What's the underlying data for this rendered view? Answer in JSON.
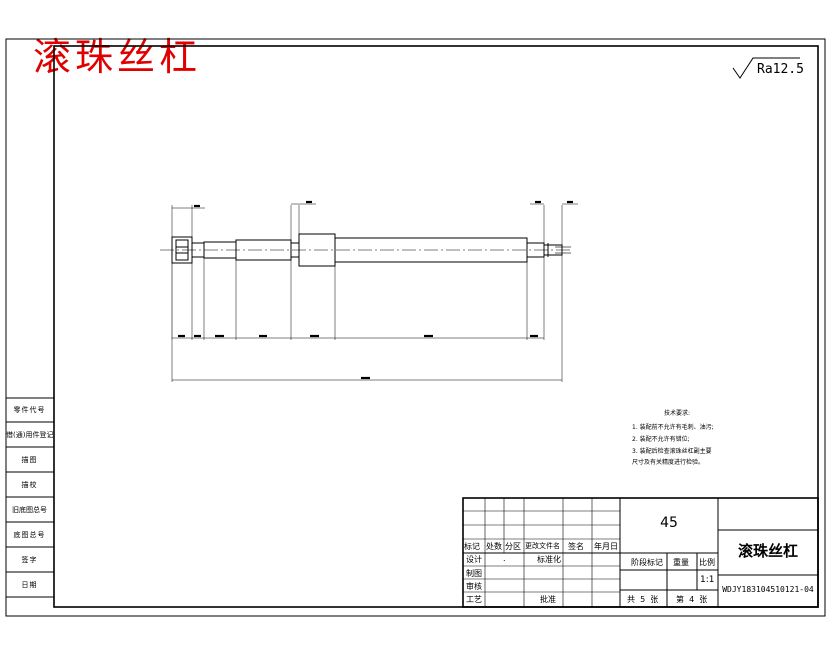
{
  "drawing_title": "滚珠丝杠",
  "roughness": "Ra12.5",
  "side_labels": [
    "零件代号",
    "借(通)用件登记",
    "描图",
    "描校",
    "旧底图总号",
    "底图总号",
    "签字",
    "日期"
  ],
  "tech_notes": {
    "heading": "技术要求:",
    "items": [
      "1. 装配前不允许有毛刺、油污;",
      "2. 装配不允许有错位;",
      "3. 装配后检查滚珠丝杠副主要尺寸及有关精度进行检验。"
    ]
  },
  "title_block": {
    "material": "45",
    "part_name": "滚珠丝杠",
    "drawing_number": "WDJY183104510121-04",
    "scale_value": "1:1",
    "header_row": [
      "标记",
      "处数",
      "分区",
      "更改文件名",
      "签名",
      "年月日"
    ],
    "stage_labels": [
      "阶段标记",
      "重量",
      "比例"
    ],
    "row_labels": {
      "design": "设计",
      "design_dot": ".",
      "standardize": "标准化",
      "draw": "制图",
      "review": "审核",
      "process": "工艺",
      "approve": "批准"
    },
    "sheet_info": {
      "total_prefix": "共",
      "total": "5",
      "unit": "张",
      "current_prefix": "第",
      "current": "4",
      "unit2": "张"
    }
  }
}
